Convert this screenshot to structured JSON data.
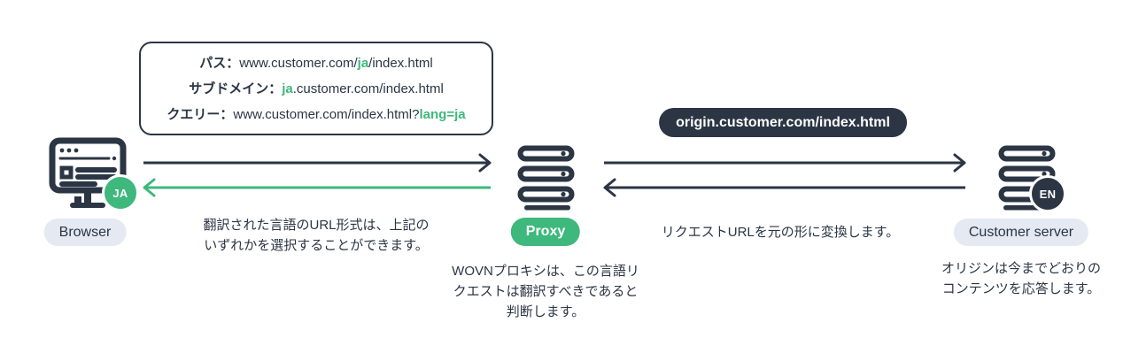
{
  "colors": {
    "dark": "#2b3544",
    "green": "#3eb87c",
    "pill": "#e4e9f2",
    "white": "#ffffff"
  },
  "url_formats_box": {
    "lines": [
      {
        "label": "パス：",
        "pre": "www.customer.com/",
        "highlight": "ja",
        "post": "/index.html"
      },
      {
        "label": "サブドメイン：",
        "pre": "",
        "highlight": "ja",
        "post": ".customer.com/index.html"
      },
      {
        "label": "クエリー：",
        "pre": "www.customer.com/index.html?",
        "highlight": "lang=ja",
        "post": ""
      }
    ]
  },
  "origin_pill": {
    "text": "origin.customer.com/index.html"
  },
  "nodes": {
    "browser": {
      "label": "Browser",
      "badge": "JA"
    },
    "proxy": {
      "label": "Proxy"
    },
    "customer_server": {
      "label": "Customer server",
      "badge": "EN"
    }
  },
  "captions": {
    "left": {
      "line1": "翻訳された言語のURL形式は、上記の",
      "line2": "いずれかを選択することができます。"
    },
    "proxy": {
      "line1": "WOVNプロキシは、この言語リ",
      "line2": "クエストは翻訳すべきであると",
      "line3": "判断します。"
    },
    "right": {
      "line1": "リクエストURLを元の形に変換します。"
    },
    "customer": {
      "line1": "オリジンは今までどおりの",
      "line2": "コンテンツを応答します。"
    }
  }
}
